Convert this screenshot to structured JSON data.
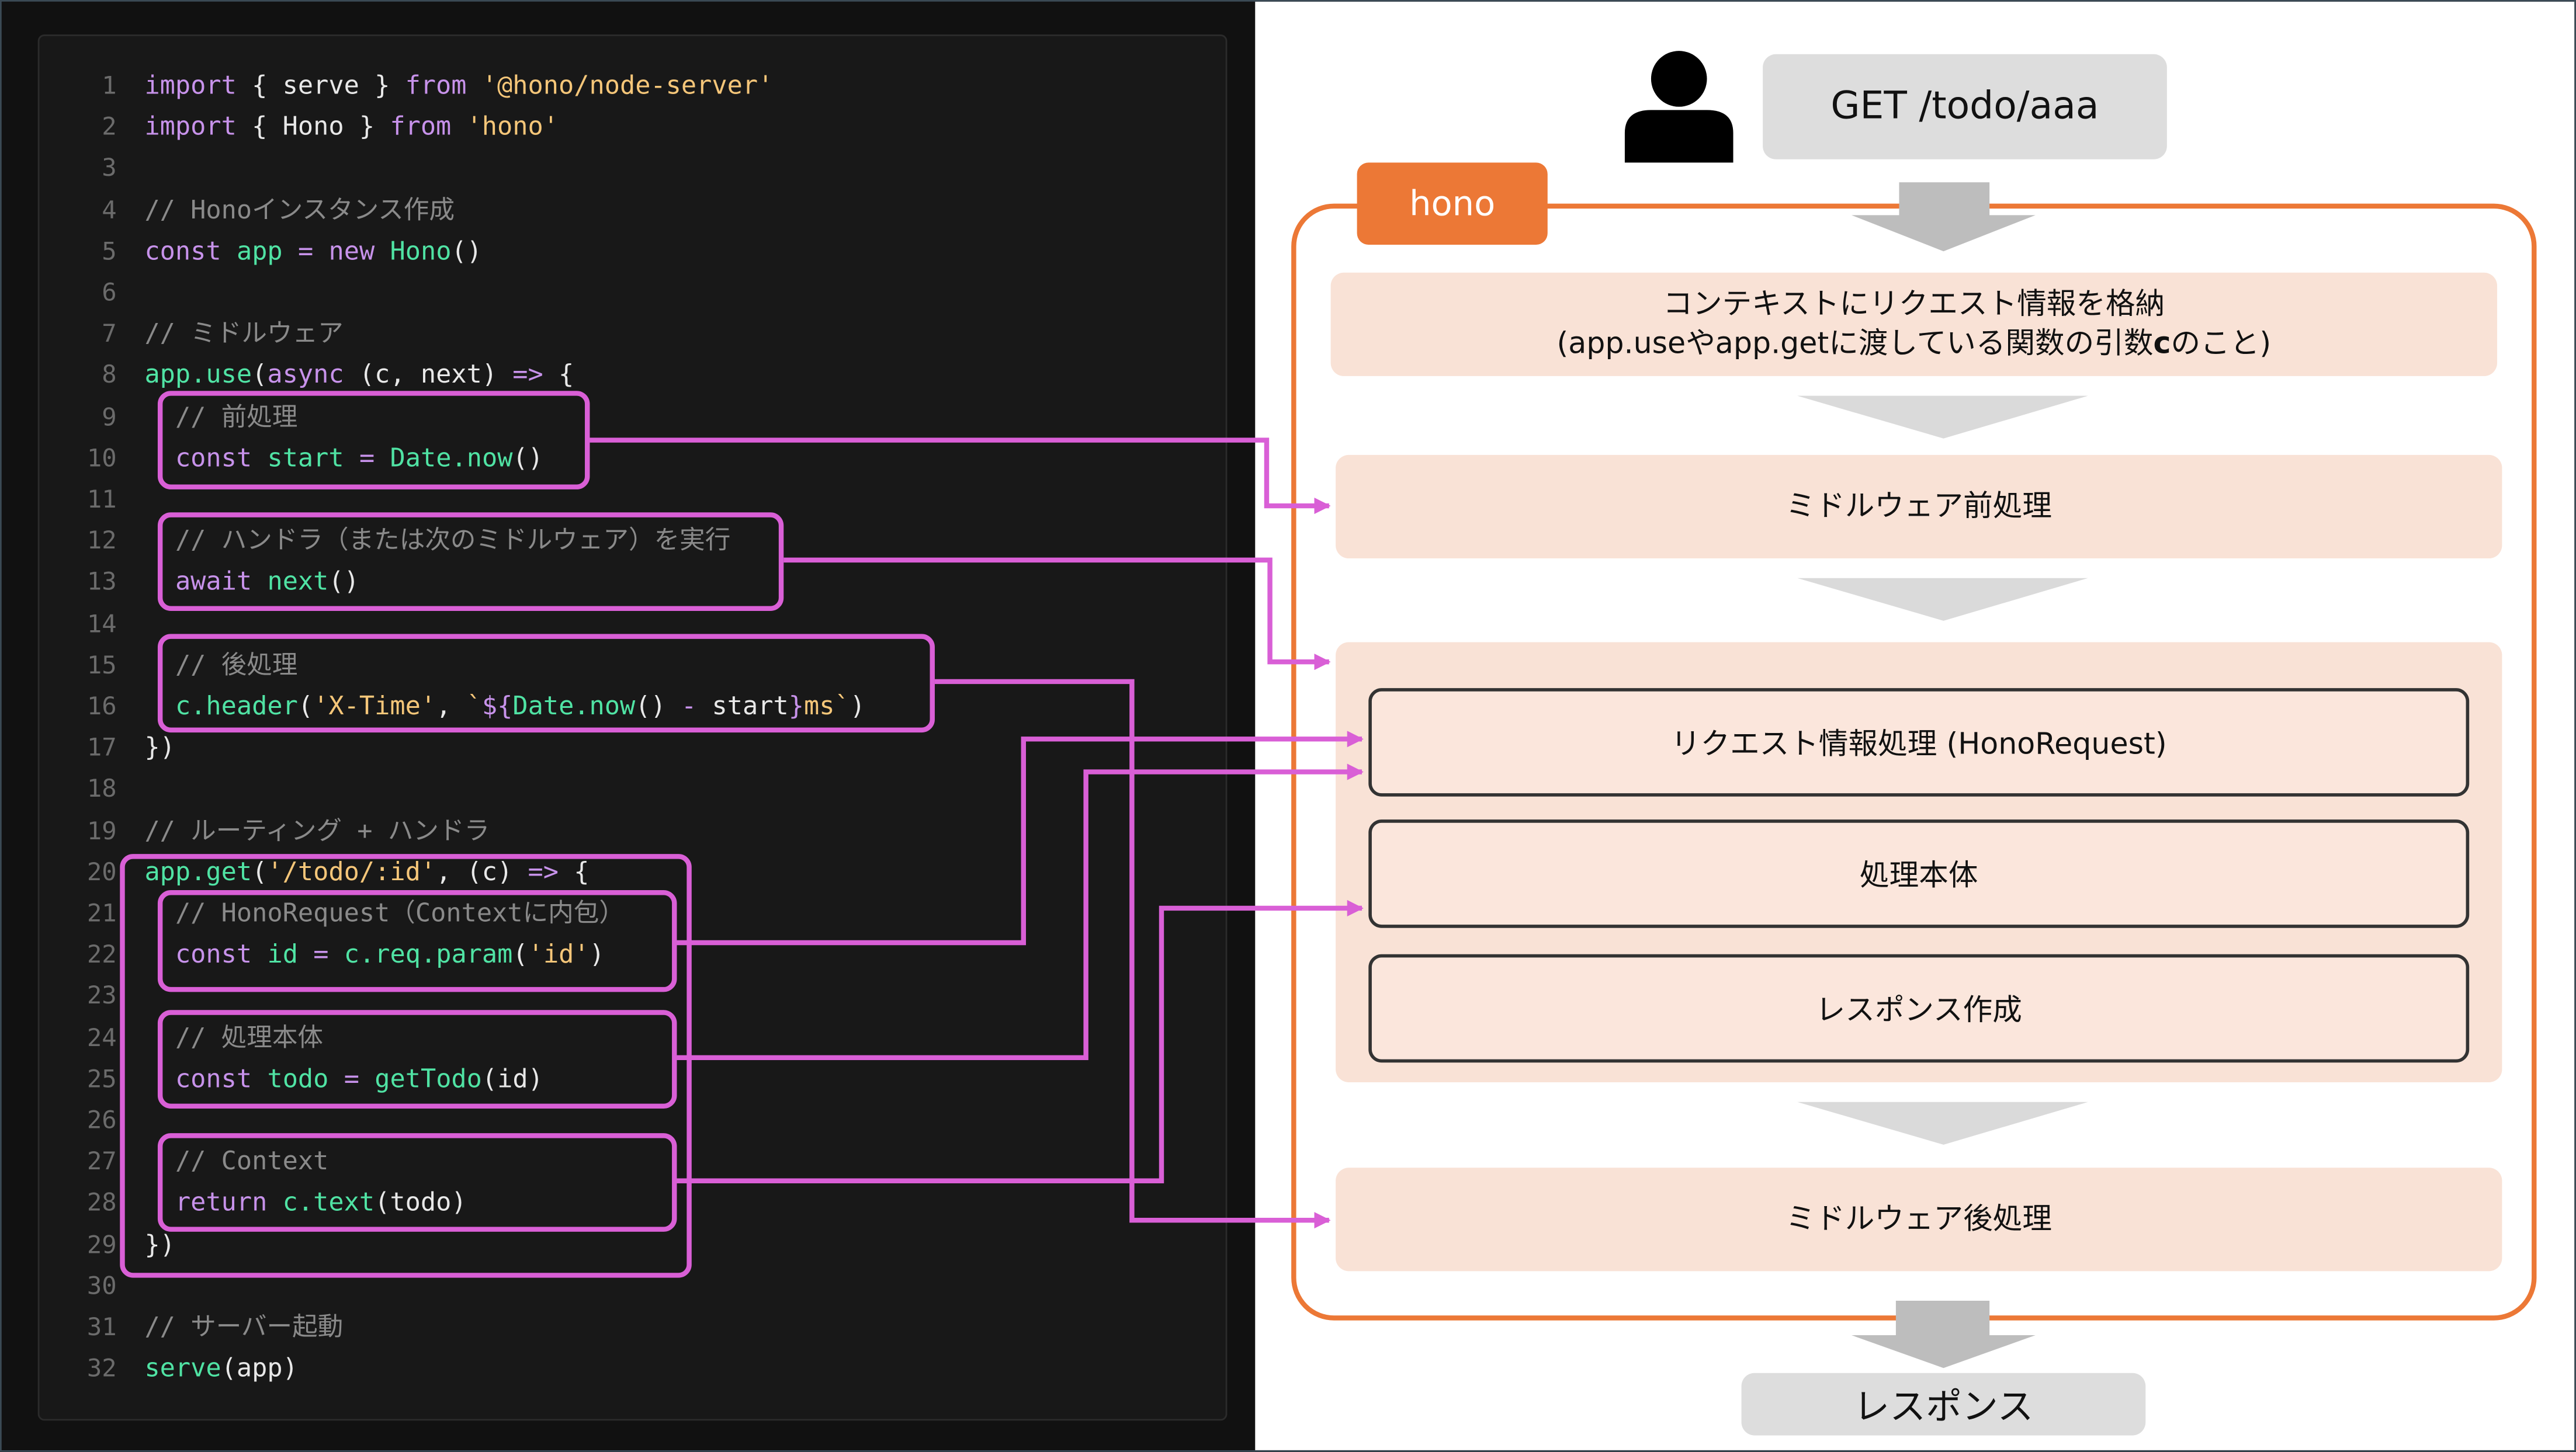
{
  "code": {
    "line_numbers": [
      "1",
      "2",
      "3",
      "4",
      "5",
      "6",
      "7",
      "8",
      "9",
      "10",
      "11",
      "12",
      "13",
      "14",
      "15",
      "16",
      "17",
      "18",
      "19",
      "20",
      "21",
      "22",
      "23",
      "24",
      "25",
      "26",
      "27",
      "28",
      "29",
      "30",
      "31",
      "32"
    ],
    "lines": [
      [
        [
          "kw",
          "import"
        ],
        [
          "pu",
          " { serve } "
        ],
        [
          "kw",
          "from"
        ],
        [
          "pu",
          " "
        ],
        [
          "str",
          "'@hono/node-server'"
        ]
      ],
      [
        [
          "kw",
          "import"
        ],
        [
          "pu",
          " { Hono } "
        ],
        [
          "kw",
          "from"
        ],
        [
          "pu",
          " "
        ],
        [
          "str",
          "'hono'"
        ]
      ],
      [],
      [
        [
          "com",
          "// Honoインスタンス作成"
        ]
      ],
      [
        [
          "kw",
          "const"
        ],
        [
          "pu",
          " "
        ],
        [
          "fn",
          "app"
        ],
        [
          "pu",
          " "
        ],
        [
          "kw",
          "="
        ],
        [
          "pu",
          " "
        ],
        [
          "kw",
          "new"
        ],
        [
          "pu",
          " "
        ],
        [
          "fn",
          "Hono"
        ],
        [
          "pu",
          "()"
        ]
      ],
      [],
      [
        [
          "com",
          "// ミドルウェア"
        ]
      ],
      [
        [
          "fn",
          "app.use"
        ],
        [
          "pu",
          "("
        ],
        [
          "kw",
          "async"
        ],
        [
          "pu",
          " (c, next) "
        ],
        [
          "kw",
          "=>"
        ],
        [
          "pu",
          " {"
        ]
      ],
      [
        [
          "pu",
          "  "
        ],
        [
          "com",
          "// 前処理"
        ]
      ],
      [
        [
          "pu",
          "  "
        ],
        [
          "kw",
          "const"
        ],
        [
          "pu",
          " "
        ],
        [
          "fn",
          "start"
        ],
        [
          "pu",
          " "
        ],
        [
          "kw",
          "="
        ],
        [
          "pu",
          " "
        ],
        [
          "fn",
          "Date.now"
        ],
        [
          "pu",
          "()"
        ]
      ],
      [],
      [
        [
          "pu",
          "  "
        ],
        [
          "com",
          "// ハンドラ（または次のミドルウェア）を実行"
        ]
      ],
      [
        [
          "pu",
          "  "
        ],
        [
          "kw",
          "await"
        ],
        [
          "pu",
          " "
        ],
        [
          "fn",
          "next"
        ],
        [
          "pu",
          "()"
        ]
      ],
      [],
      [
        [
          "pu",
          "  "
        ],
        [
          "com",
          "// 後処理"
        ]
      ],
      [
        [
          "pu",
          "  "
        ],
        [
          "fn",
          "c.header"
        ],
        [
          "pu",
          "("
        ],
        [
          "str",
          "'X-Time'"
        ],
        [
          "pu",
          ", "
        ],
        [
          "str",
          "`"
        ],
        [
          "kw",
          "${"
        ],
        [
          "fn",
          "Date.now"
        ],
        [
          "pu",
          "() "
        ],
        [
          "kw",
          "-"
        ],
        [
          "pu",
          " start"
        ],
        [
          "kw",
          "}"
        ],
        [
          "str",
          "ms`"
        ],
        [
          "pu",
          ")"
        ]
      ],
      [
        [
          "pu",
          "})"
        ]
      ],
      [],
      [
        [
          "com",
          "// ルーティング + ハンドラ"
        ]
      ],
      [
        [
          "fn",
          "app.get"
        ],
        [
          "pu",
          "("
        ],
        [
          "str",
          "'/todo/:id'"
        ],
        [
          "pu",
          ", (c) "
        ],
        [
          "kw",
          "=>"
        ],
        [
          "pu",
          " {"
        ]
      ],
      [
        [
          "pu",
          "  "
        ],
        [
          "com",
          "// HonoRequest（Contextに内包）"
        ]
      ],
      [
        [
          "pu",
          "  "
        ],
        [
          "kw",
          "const"
        ],
        [
          "pu",
          " "
        ],
        [
          "fn",
          "id"
        ],
        [
          "pu",
          " "
        ],
        [
          "kw",
          "="
        ],
        [
          "pu",
          " "
        ],
        [
          "fn",
          "c.req.param"
        ],
        [
          "pu",
          "("
        ],
        [
          "str",
          "'id'"
        ],
        [
          "pu",
          ")"
        ]
      ],
      [],
      [
        [
          "pu",
          "  "
        ],
        [
          "com",
          "// 処理本体"
        ]
      ],
      [
        [
          "pu",
          "  "
        ],
        [
          "kw",
          "const"
        ],
        [
          "pu",
          " "
        ],
        [
          "fn",
          "todo"
        ],
        [
          "pu",
          " "
        ],
        [
          "kw",
          "="
        ],
        [
          "pu",
          " "
        ],
        [
          "fn",
          "getTodo"
        ],
        [
          "pu",
          "(id)"
        ]
      ],
      [],
      [
        [
          "pu",
          "  "
        ],
        [
          "com",
          "// Context"
        ]
      ],
      [
        [
          "pu",
          "  "
        ],
        [
          "kw",
          "return"
        ],
        [
          "pu",
          " "
        ],
        [
          "fn",
          "c.text"
        ],
        [
          "pu",
          "(todo)"
        ]
      ],
      [
        [
          "pu",
          "})"
        ]
      ],
      [],
      [
        [
          "com",
          "// サーバー起動"
        ]
      ],
      [
        [
          "fn",
          "serve"
        ],
        [
          "pu",
          "(app)"
        ]
      ]
    ]
  },
  "diagram": {
    "request_label": "GET /todo/aaa",
    "hono_label": "hono",
    "context_box": {
      "line1": "コンテキストにリクエスト情報を格納",
      "line2_pre": "(app.useやapp.getに渡している関数の引数",
      "line2_bold": "c",
      "line2_post": "のこと)"
    },
    "middleware_pre": "ミドルウェア前処理",
    "request_processing": "リクエスト情報処理 (HonoRequest)",
    "main_processing": "処理本体",
    "response_creation": "レスポンス作成",
    "middleware_post": "ミドルウェア後処理",
    "response_label": "レスポンス"
  },
  "colors": {
    "highlight": "#d95fd6",
    "hono_orange": "#ec7836",
    "peach": "#f9e2d6",
    "gray": "#dddddd",
    "keyword": "#c792ea",
    "function": "#50e3a4",
    "string": "#f5c679",
    "comment": "#8a8a8a"
  }
}
